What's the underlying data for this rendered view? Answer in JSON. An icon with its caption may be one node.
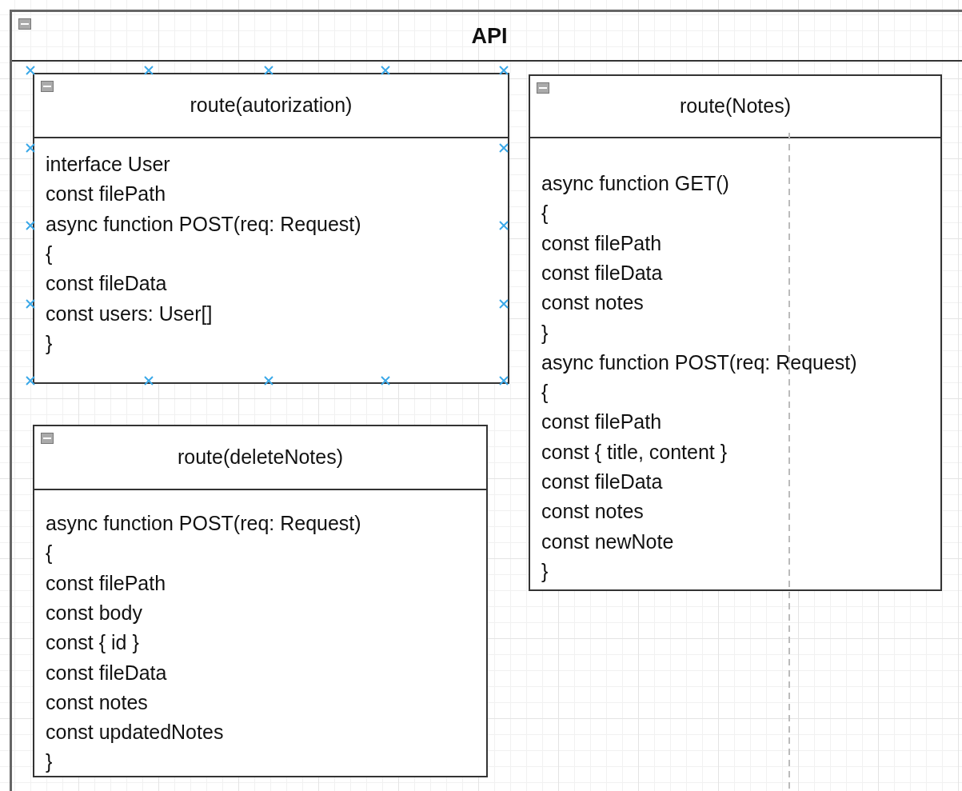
{
  "diagram": {
    "nodes": [
      {
        "text": [
          "API"
        ]
      },
      {
        "text": [
          "route(autorization)",
          "interface User",
          "const filePath",
          "async function POST(req: Request)",
          "{",
          "const fileData",
          "const users: User[]",
          "}"
        ],
        "in": 0
      },
      {
        "text": [
          "route(Notes)",
          "async function GET()",
          "{",
          "const filePath",
          "const fileData",
          "const notes",
          "}",
          "async function POST(req: Request)",
          "{",
          "const filePath",
          "const { title, content }",
          "const fileData",
          "const notes",
          "const newNote",
          "}"
        ],
        "in": 0
      },
      {
        "text": [
          "route(deleteNotes)",
          "async function POST(req: Request)",
          "{",
          "const filePath",
          "const body",
          "const { id }",
          "const fileData",
          "const notes",
          "const updatedNotes",
          "}"
        ],
        "in": 0
      }
    ],
    "edges": []
  }
}
